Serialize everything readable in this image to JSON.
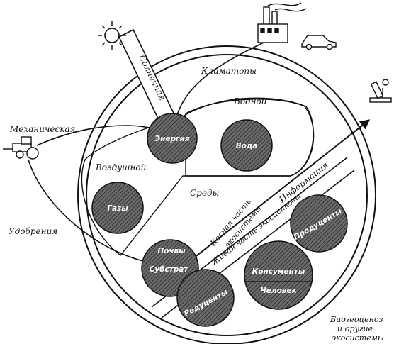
{
  "labels": {
    "sun": "Солнечная",
    "climatopes": "Климатопы",
    "water_medium": "Водной",
    "mechanical": "Механическая",
    "energy": "Энергия",
    "water": "Вода",
    "air": "Воздушной",
    "media": "Среды",
    "gases": "Газы",
    "fertilizers": "Удобрения",
    "information": "Информация",
    "inert_part": "Косная часть",
    "inert_part_2": "экосистемы",
    "living_part": "Живая часть экосистемы",
    "producers": "Продуценты",
    "soils": "Почвы",
    "substrate": "Субстрат",
    "consumers": "Консументы",
    "human": "Человек",
    "reducers": "Редуценты",
    "biogeocenosis_1": "Биогеоценоз",
    "biogeocenosis_2": "и другие",
    "biogeocenosis_3": "экосистемы"
  },
  "icons": [
    "sun-icon",
    "factory-icon",
    "car-icon",
    "tractor-icon",
    "microscope-icon"
  ]
}
